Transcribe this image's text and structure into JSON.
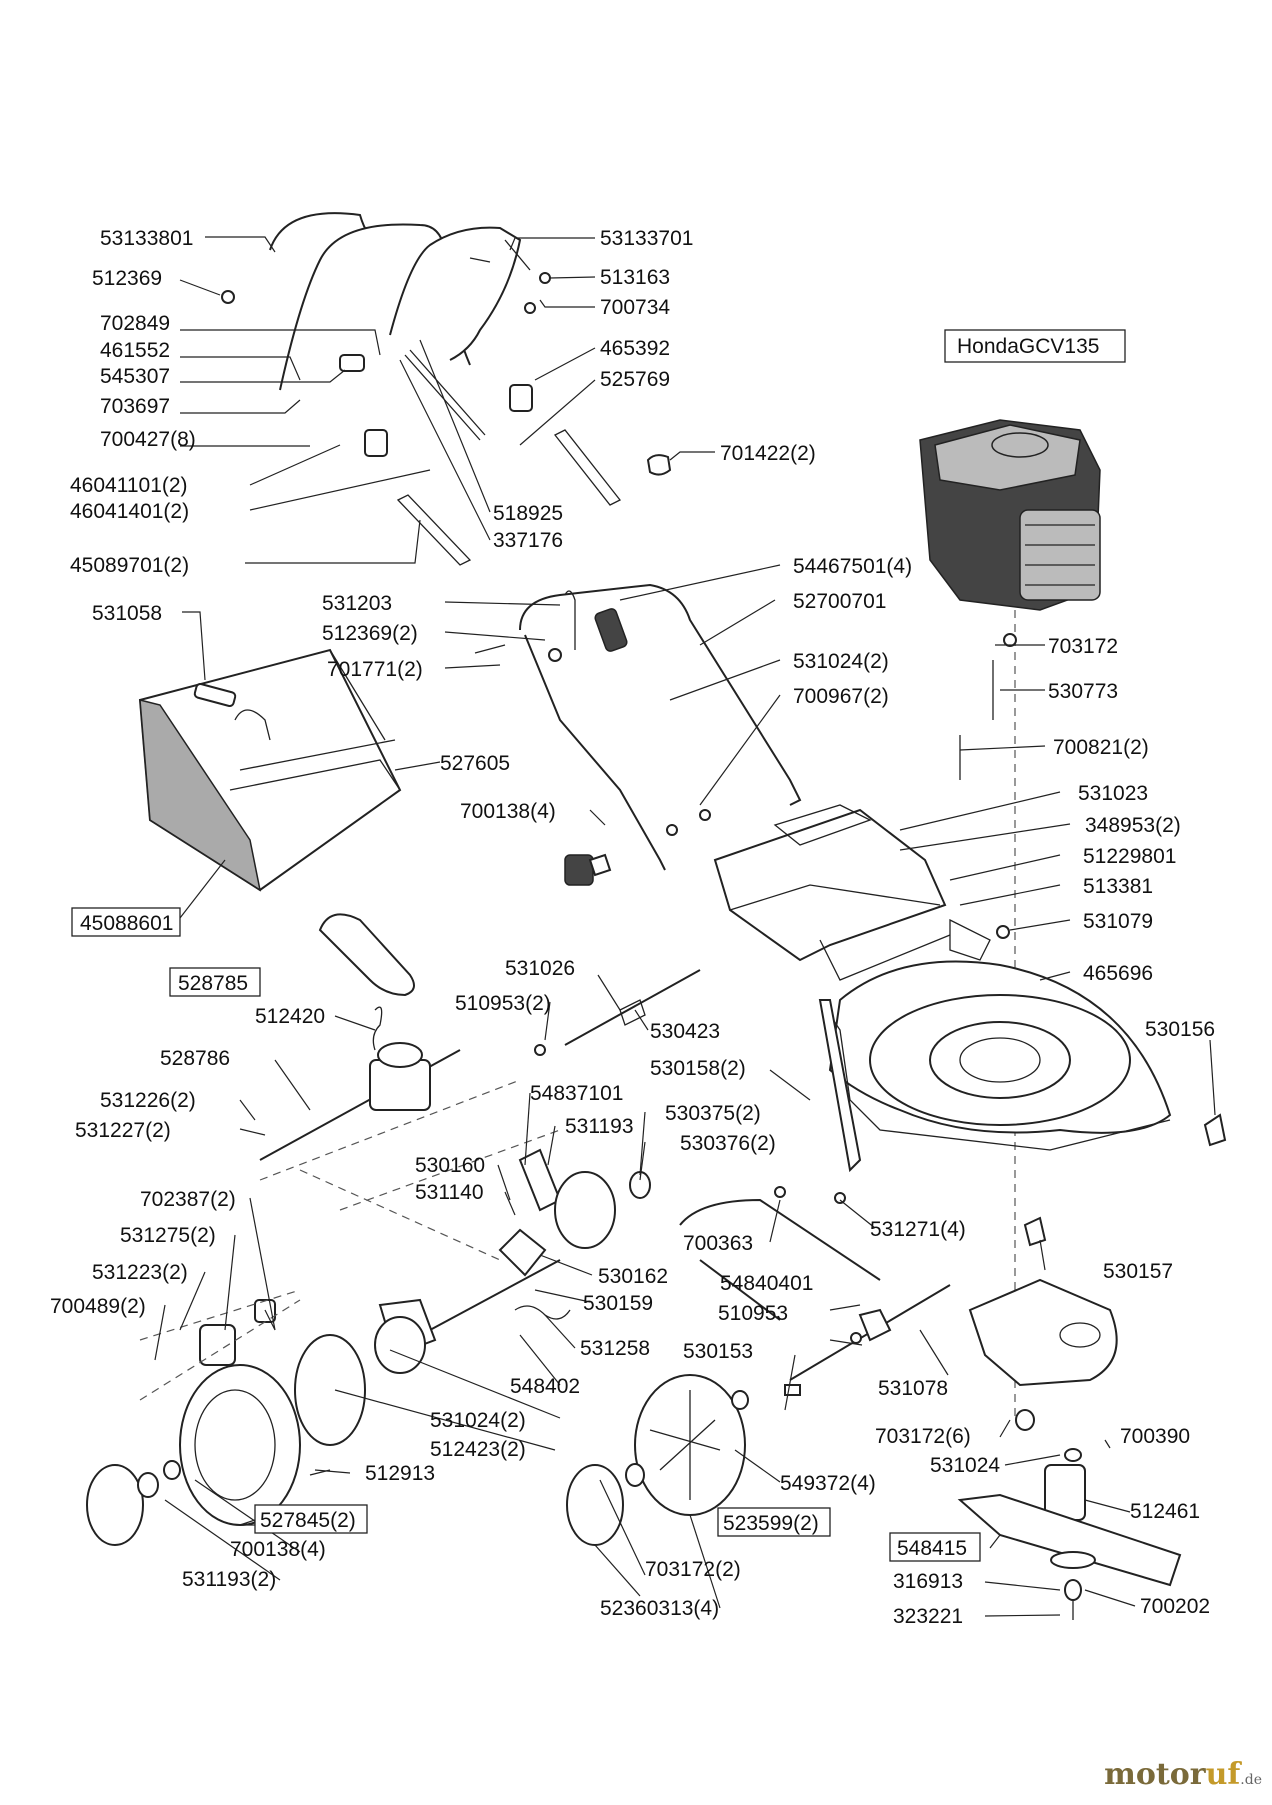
{
  "diagram": {
    "engine_label": "HondaGCV135",
    "labels": {
      "l53133801": "53133801",
      "l512369": "512369",
      "l702849": "702849",
      "l461552": "461552",
      "l545307": "545307",
      "l703697": "703697",
      "l700427_8": "700427(8)",
      "l46041101_2": "46041101(2)",
      "l46041401_2": "46041401(2)",
      "l45089701_2": "45089701(2)",
      "l53133701": "53133701",
      "l513163": "513163",
      "l700734": "700734",
      "l465392": "465392",
      "l525769": "525769",
      "l701422_2": "701422(2)",
      "l518925": "518925",
      "l337176": "337176",
      "l531058": "531058",
      "l527605": "527605",
      "l531203": "531203",
      "l512369_2": "512369(2)",
      "l701771_2": "701771(2)",
      "l54467501_4": "54467501(4)",
      "l52700701": "52700701",
      "l531024_2a": "531024(2)",
      "l700967_2": "700967(2)",
      "l700138_4a": "700138(4)",
      "l703172": "703172",
      "l530773": "530773",
      "l700821_2": "700821(2)",
      "l531023": "531023",
      "l348953_2": "348953(2)",
      "l51229801": "51229801",
      "l513381": "513381",
      "l531079": "531079",
      "l465696": "465696",
      "l530156": "530156",
      "l531026": "531026",
      "l510953_2": "510953(2)",
      "l530423": "530423",
      "l512420": "512420",
      "l528786": "528786",
      "l531226_2": "531226(2)",
      "l531227_2": "531227(2)",
      "l530158_2": "530158(2)",
      "l54837101": "54837101",
      "l531193": "531193",
      "l530375_2": "530375(2)",
      "l530376_2": "530376(2)",
      "l530160": "530160",
      "l531140": "531140",
      "l702387_2": "702387(2)",
      "l531275_2": "531275(2)",
      "l531223_2": "531223(2)",
      "l700489_2": "700489(2)",
      "l700363": "700363",
      "l531271_4": "531271(4)",
      "l530157": "530157",
      "l530162": "530162",
      "l530159": "530159",
      "l54840401": "54840401",
      "l510953": "510953",
      "l531258": "531258",
      "l530153": "530153",
      "l531078": "531078",
      "l548402": "548402",
      "l531024_2b": "531024(2)",
      "l512423_2": "512423(2)",
      "l512913": "512913",
      "l549372_4": "549372(4)",
      "l703172_6": "703172(6)",
      "l700390": "700390",
      "l531024": "531024",
      "l512461": "512461",
      "l700138_4b": "700138(4)",
      "l531193_2": "531193(2)",
      "l703172_2": "703172(2)",
      "l52360313_4": "52360313(4)",
      "l316913": "316913",
      "l700202": "700202",
      "l323221": "323221"
    },
    "boxed_labels": {
      "b45088601": "45088601",
      "b528785": "528785",
      "b527845_2": "527845(2)",
      "b523599_2": "523599(2)",
      "b548415": "548415"
    }
  },
  "watermark": {
    "brand_pre": "motor",
    "brand_accent": "uf",
    "suffix": ".de"
  }
}
